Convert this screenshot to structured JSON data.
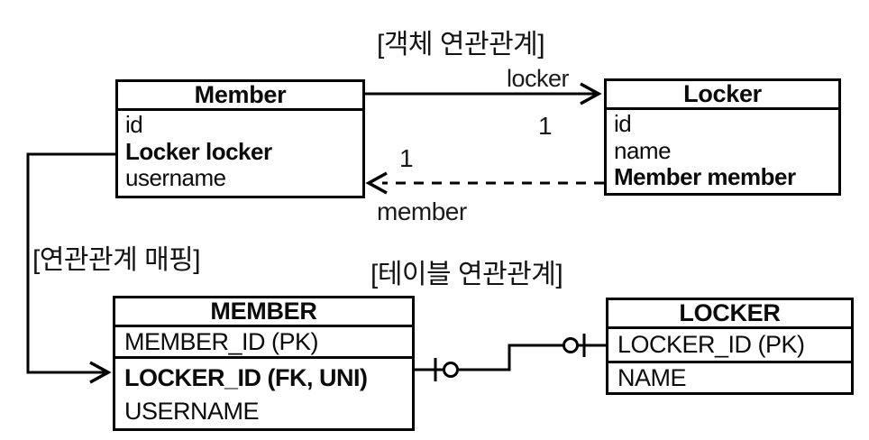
{
  "labels": {
    "object_assoc": "[객체 연관관계]",
    "mapping": "[연관관계 매핑]",
    "table_assoc": "[테이블 연관관계]"
  },
  "object_diagram": {
    "member_class": {
      "title": "Member",
      "fields": [
        "id",
        "Locker locker",
        "username"
      ]
    },
    "locker_class": {
      "title": "Locker",
      "fields": [
        "id",
        "name",
        "Member member"
      ]
    },
    "locker_assoc": {
      "label": "locker",
      "multiplicity": "1"
    },
    "member_assoc": {
      "label": "member",
      "multiplicity": "1"
    }
  },
  "table_diagram": {
    "member_table": {
      "title": "MEMBER",
      "rows": [
        "MEMBER_ID (PK)",
        "LOCKER_ID (FK, UNI)",
        "USERNAME"
      ]
    },
    "locker_table": {
      "title": "LOCKER",
      "rows": [
        "LOCKER_ID (PK)",
        "NAME"
      ]
    }
  },
  "colors": {
    "line": "#000000",
    "background": "#ffffff"
  }
}
